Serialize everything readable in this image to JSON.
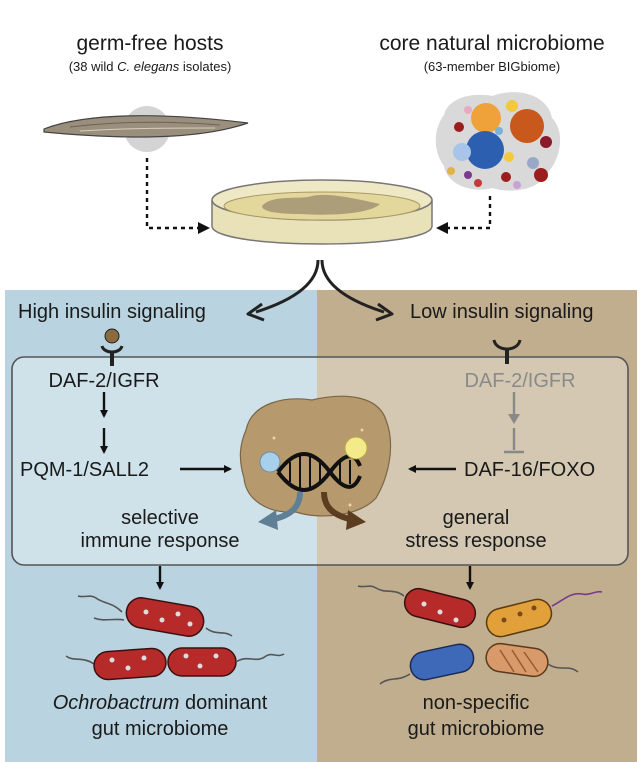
{
  "top_left": {
    "title": "germ-free hosts",
    "subtitle_pre": "(38 wild ",
    "subtitle_italic": "C. elegans",
    "subtitle_post": " isolates)"
  },
  "top_right": {
    "title": "core natural microbiome",
    "subtitle": "(63-member BIGbiome)"
  },
  "left_panel": {
    "header": "High insulin signaling",
    "receptor": "DAF-2/IGFR",
    "factor": "PQM-1/SALL2",
    "response_line1": "selective",
    "response_line2": "immune response",
    "outcome_italic": "Ochrobactrum",
    "outcome_line1_rest": " dominant",
    "outcome_line2": "gut microbiome",
    "panel_color": "#b9d4e0"
  },
  "right_panel": {
    "header": "Low insulin signaling",
    "receptor": "DAF-2/IGFR",
    "factor": "DAF-16/FOXO",
    "response_line1": "general",
    "response_line2": "stress response",
    "outcome_line1": "non-specific",
    "outcome_line2": "gut microbiome",
    "panel_color": "#c0ae8e"
  }
}
